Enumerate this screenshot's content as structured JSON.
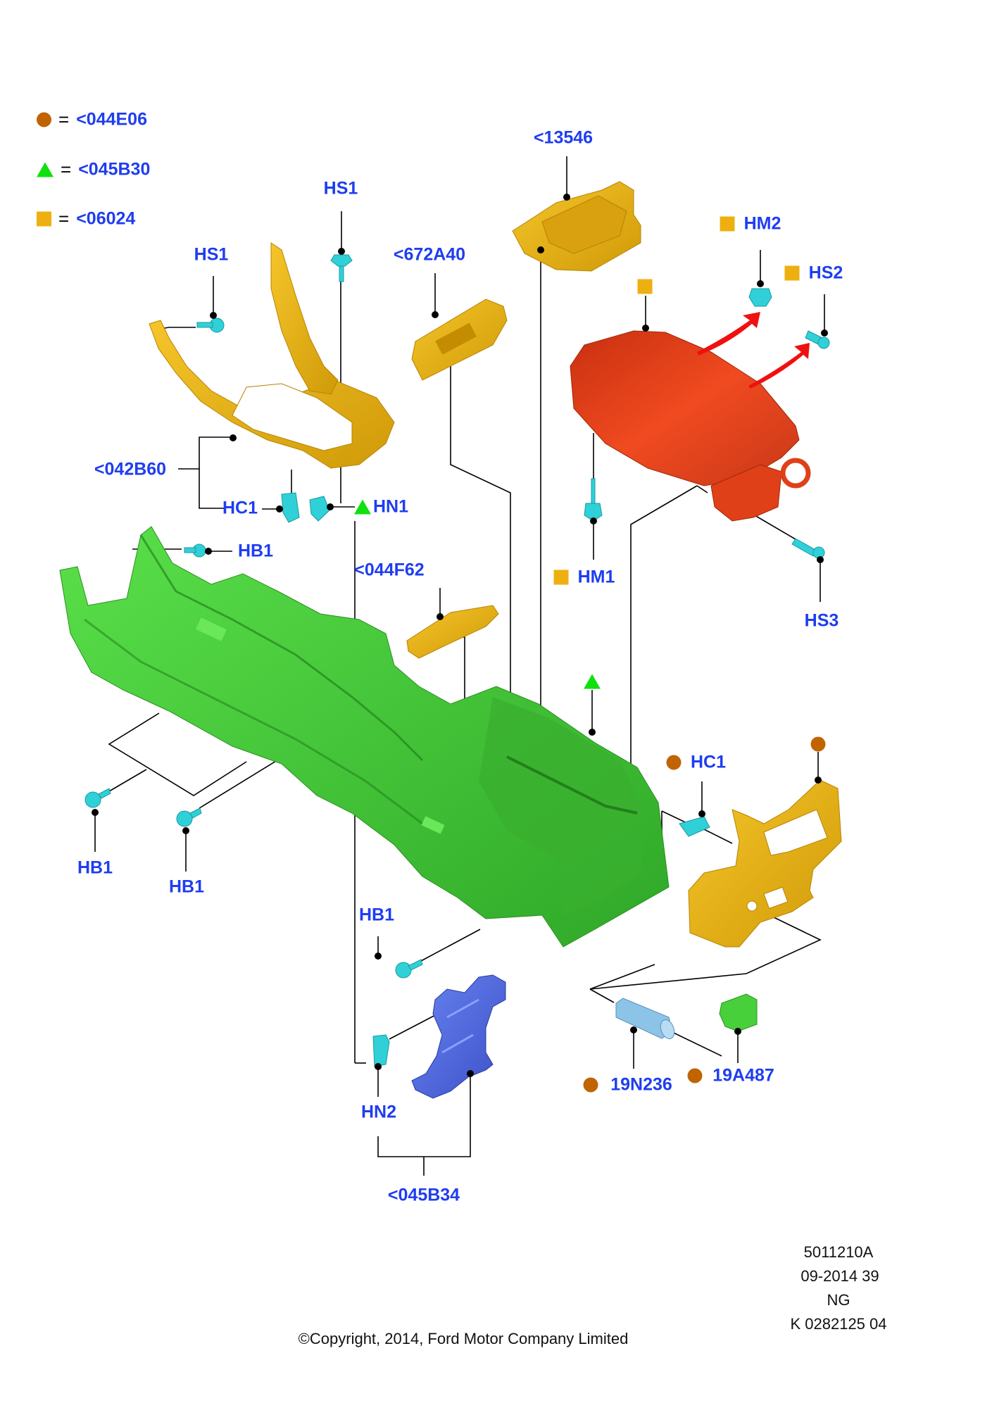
{
  "legend": [
    {
      "symbol": "brown-circle",
      "color": "#c06400",
      "equals": "=",
      "code": "<044E06"
    },
    {
      "symbol": "green-triangle",
      "color": "#10e010",
      "equals": "=",
      "code": "<045B30"
    },
    {
      "symbol": "yellow-square",
      "color": "#eeb010",
      "equals": "=",
      "code": "<06024"
    }
  ],
  "callouts": {
    "c13546": "<13546",
    "hs1_top": "HS1",
    "hs1_left": "HS1",
    "c672a40": "<672A40",
    "hm2": "HM2",
    "hs2": "HS2",
    "c042b60": "<042B60",
    "hc1_left": "HC1",
    "hn1": "HN1",
    "hb1_upper": "HB1",
    "c044f62": "<044F62",
    "hm1": "HM1",
    "hs3": "HS3",
    "hc1_right": "HC1",
    "hb1_left": "HB1",
    "hb1_mid": "HB1",
    "hb1_lower": "HB1",
    "hn2": "HN2",
    "c045b34": "<045B34",
    "c19n236": "19N236",
    "c19a487": "19A487"
  },
  "part_colors": {
    "console_green": "#3cc232",
    "trim_yellow": "#e8b010",
    "armrest_red": "#e84820",
    "bracket_blue": "#4a64d8",
    "fastener_cyan": "#30d0d8",
    "sleeve_lightblue": "#8cc4e8",
    "arrow_red": "#f01010"
  },
  "footer": {
    "ref_line1": "5011210A",
    "ref_line2": "09-2014 39",
    "ref_line3": "NG",
    "ref_line4": "K 0282125 04",
    "copyright": "©Copyright, 2014, Ford Motor Company Limited"
  }
}
